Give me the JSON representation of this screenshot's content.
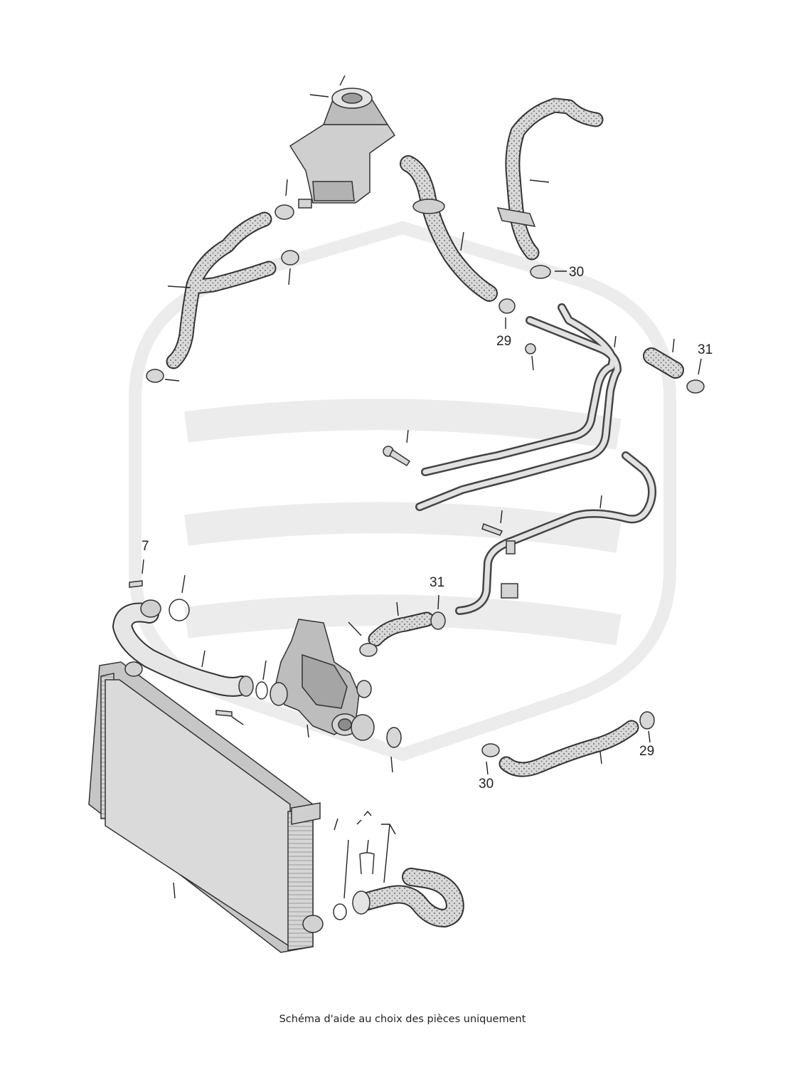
{
  "caption": "Schéma d'aide au choix des pièces uniquement",
  "callouts": {
    "c7": "7",
    "c29a": "29",
    "c29b": "29",
    "c30a": "30",
    "c30b": "30",
    "c31a": "31",
    "c31b": "31"
  },
  "colors": {
    "watermark": "#ececec",
    "hose_fill": "#d8d8d8",
    "part_fill": "#c9c9c9",
    "outline": "#333333"
  }
}
